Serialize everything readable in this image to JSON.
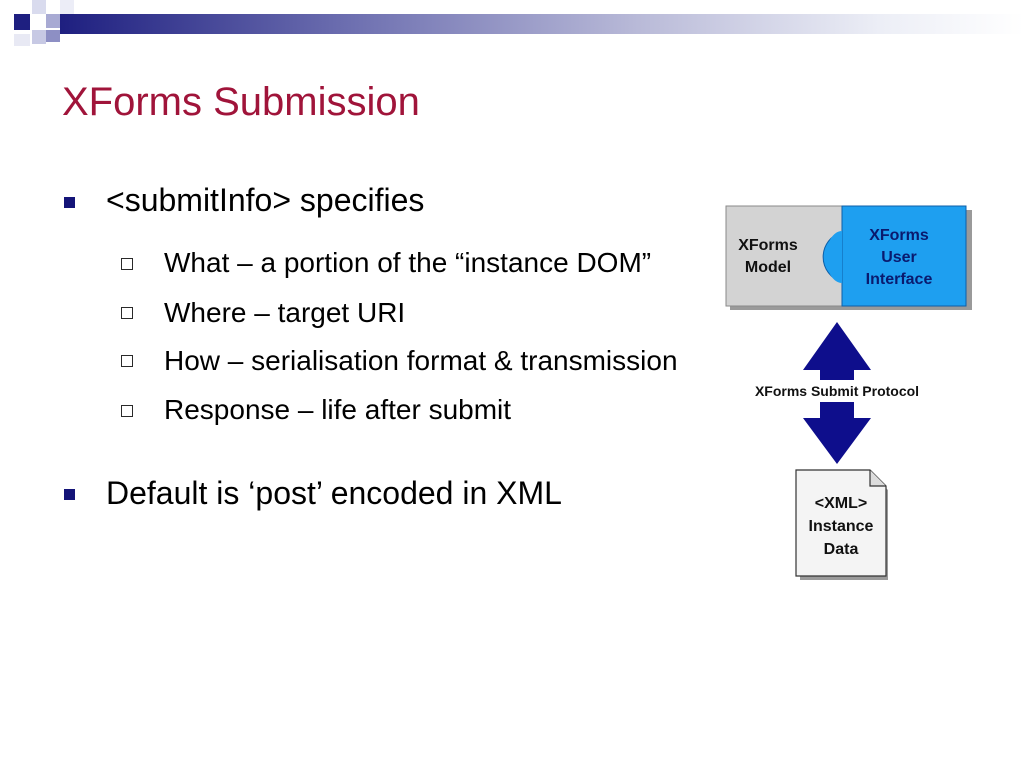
{
  "slide": {
    "title": "XForms Submission",
    "bullets": [
      {
        "text": "<submitInfo> specifies",
        "subitems": [
          "What – a portion of the “instance DOM”",
          "Where – target URI",
          "How – serialisation format & transmission",
          "Response – life after submit"
        ]
      },
      {
        "text": "Default is ‘post’ encoded in XML"
      }
    ]
  },
  "diagram": {
    "model_label": [
      "XForms",
      "Model"
    ],
    "ui_label": [
      "XForms",
      "User",
      "Interface"
    ],
    "protocol_label": "XForms Submit Protocol",
    "doc_label": [
      "<XML>",
      "Instance",
      "Data"
    ],
    "colors": {
      "model_fill": "#d3d3d3",
      "ui_fill": "#1e9ff0",
      "arrow_fill": "#0e0e8c",
      "ui_text": "#0a1a6e",
      "title": "#a0143a"
    }
  }
}
